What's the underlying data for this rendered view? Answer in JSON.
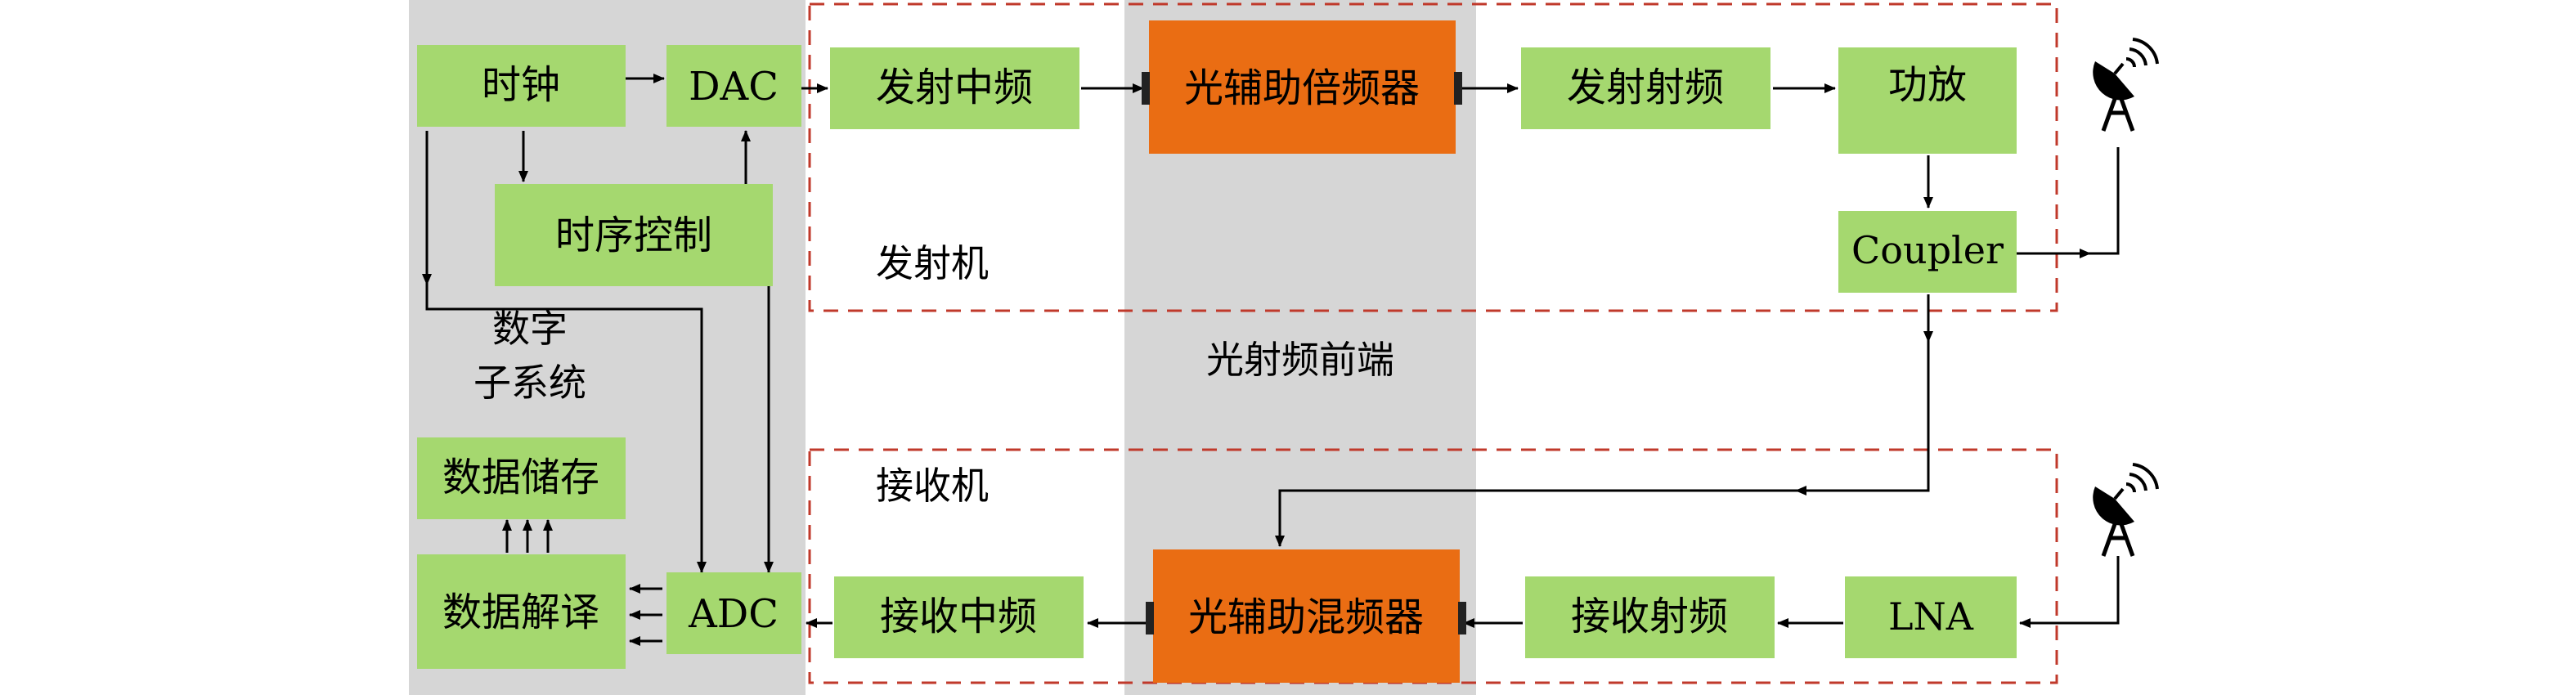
{
  "regions": {
    "digital": [
      "数字",
      "子系统"
    ],
    "photonic": "光射频前端",
    "transmitter": "发射机",
    "receiver": "接收机"
  },
  "blocks": {
    "clock": "时钟",
    "dac": "DAC",
    "timing": "时序控制",
    "storage": "数据储存",
    "decode": "数据解译",
    "adc": "ADC",
    "tx_if": "发射中频",
    "tx_mult": "光辅助倍频器",
    "tx_rf": "发射射频",
    "pa": "功放",
    "coupler": "Coupler",
    "rx_if": "接收中频",
    "rx_mix": "光辅助混频器",
    "rx_rf": "接收射频",
    "lna": "LNA"
  },
  "colors": {
    "block_green": "#a5d86f",
    "photonic_orange": "#ea6d13",
    "region_gray": "#d6d6d6",
    "dashed_border": "#c0392b",
    "arrow": "#000000"
  },
  "icons": {
    "tx_antenna": "dish-antenna-icon",
    "rx_antenna": "dish-antenna-icon"
  }
}
